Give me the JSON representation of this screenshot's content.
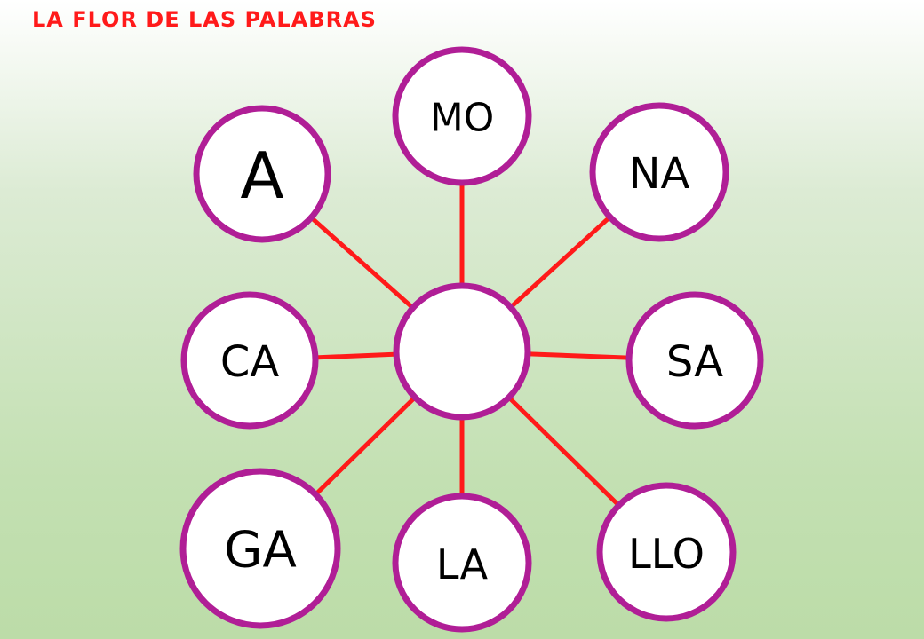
{
  "title": "LA FLOR DE LAS PALABRAS",
  "colors": {
    "title": "#ff1a1a",
    "petal_border": "#b01e96",
    "spoke": "#ff1a1a",
    "petal_fill": "#ffffff"
  },
  "center": {
    "label": ""
  },
  "petals": [
    {
      "label": "A"
    },
    {
      "label": "MO"
    },
    {
      "label": "NA"
    },
    {
      "label": "CA"
    },
    {
      "label": "SA"
    },
    {
      "label": "GA"
    },
    {
      "label": "LA"
    },
    {
      "label": "LLO"
    }
  ]
}
